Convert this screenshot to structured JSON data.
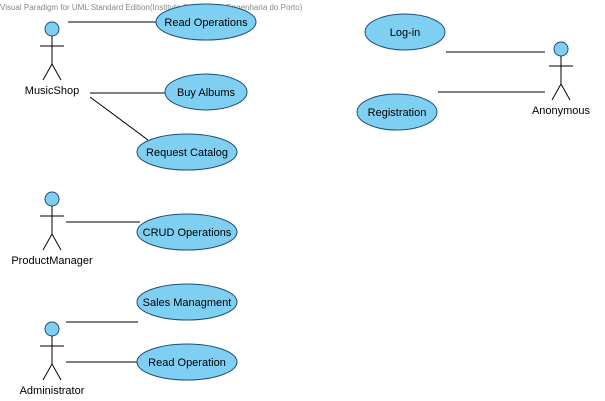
{
  "watermark": "Visual Paradigm for UML Standard Edition(Instituto Superior de Engenharia do Porto)",
  "colors": {
    "fill": "#7ecff2",
    "stroke": "#1d4f73",
    "line": "#000000"
  },
  "actors": {
    "musicshop": "MusicShop",
    "productmanager": "ProductManager",
    "administrator": "Administrator",
    "anonymous": "Anonymous"
  },
  "use_cases": {
    "read_operations": "Read Operations",
    "buy_albums": "Buy Albums",
    "request_catalog": "Request Catalog",
    "crud_operations": "CRUD Operations",
    "sales_managment": "Sales Managment",
    "read_operation": "Read Operation",
    "log_in": "Log-in",
    "registration": "Registration"
  }
}
